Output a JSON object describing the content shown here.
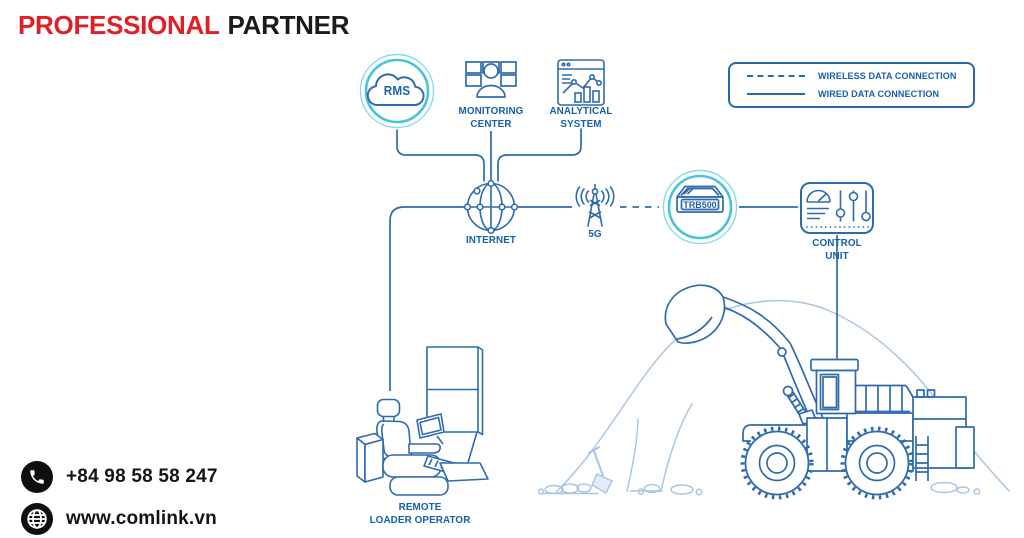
{
  "brand": {
    "first": "PROFESSIONAL",
    "second": "PARTNER"
  },
  "legend": {
    "wireless": "WIRELESS DATA CONNECTION",
    "wired": "WIRED DATA CONNECTION"
  },
  "nodes": {
    "rms": {
      "label": "RMS"
    },
    "monitoring": {
      "line1": "MONITORING",
      "line2": "CENTER"
    },
    "analytical": {
      "line1": "ANALYTICAL",
      "line2": "SYSTEM"
    },
    "internet": {
      "label": "INTERNET"
    },
    "fiveg": {
      "label": "5G"
    },
    "trb500": {
      "label": "TRB500"
    },
    "control": {
      "line1": "CONTROL",
      "line2": "UNIT"
    },
    "operator": {
      "line1": "REMOTE",
      "line2": "LOADER OPERATOR"
    }
  },
  "contact": {
    "phone": "+84 98 58 58 247",
    "website": "www.comlink.vn"
  },
  "colors": {
    "accent_red": "#e01f26",
    "heading_dark": "#1b1b1b",
    "line_blue": "#2e6bad",
    "label_blue": "#1660a8",
    "ring_teal": "#49c3d8",
    "ring_teal_light": "#8adae7",
    "mound_light_blue": "#a9c6e3",
    "contact_black": "#141414"
  }
}
